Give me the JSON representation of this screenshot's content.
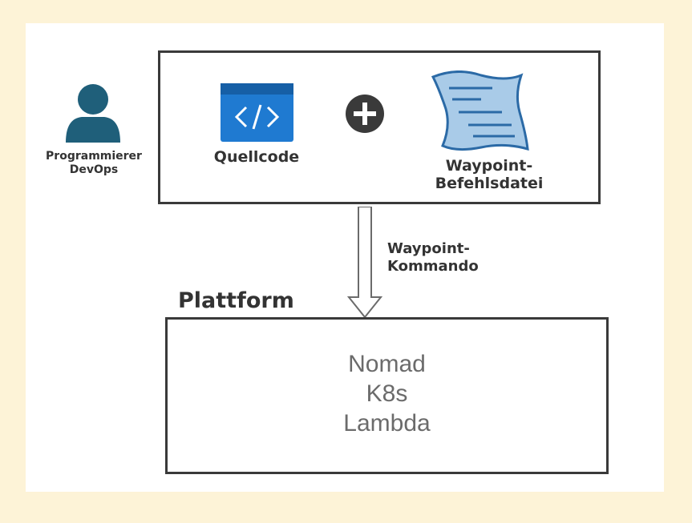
{
  "person": {
    "line1": "Programmierer",
    "line2": "DevOps",
    "icon": "person-icon"
  },
  "source": {
    "label": "Quellcode",
    "icon": "code-icon",
    "color": "#1f7ad1"
  },
  "plus": {
    "icon": "plus-icon"
  },
  "commandfile": {
    "line1": "Waypoint-",
    "line2": "Befehlsdatei",
    "icon": "document-icon",
    "color": "#a9cbe8"
  },
  "arrow": {
    "line1": "Waypoint-",
    "line2": "Kommando"
  },
  "platform": {
    "title": "Plattform",
    "items": [
      "Nomad",
      "K8s",
      "Lambda"
    ]
  },
  "colors": {
    "background": "#fdf3d7",
    "person": "#1f5f7a",
    "border": "#3a3a3a"
  }
}
